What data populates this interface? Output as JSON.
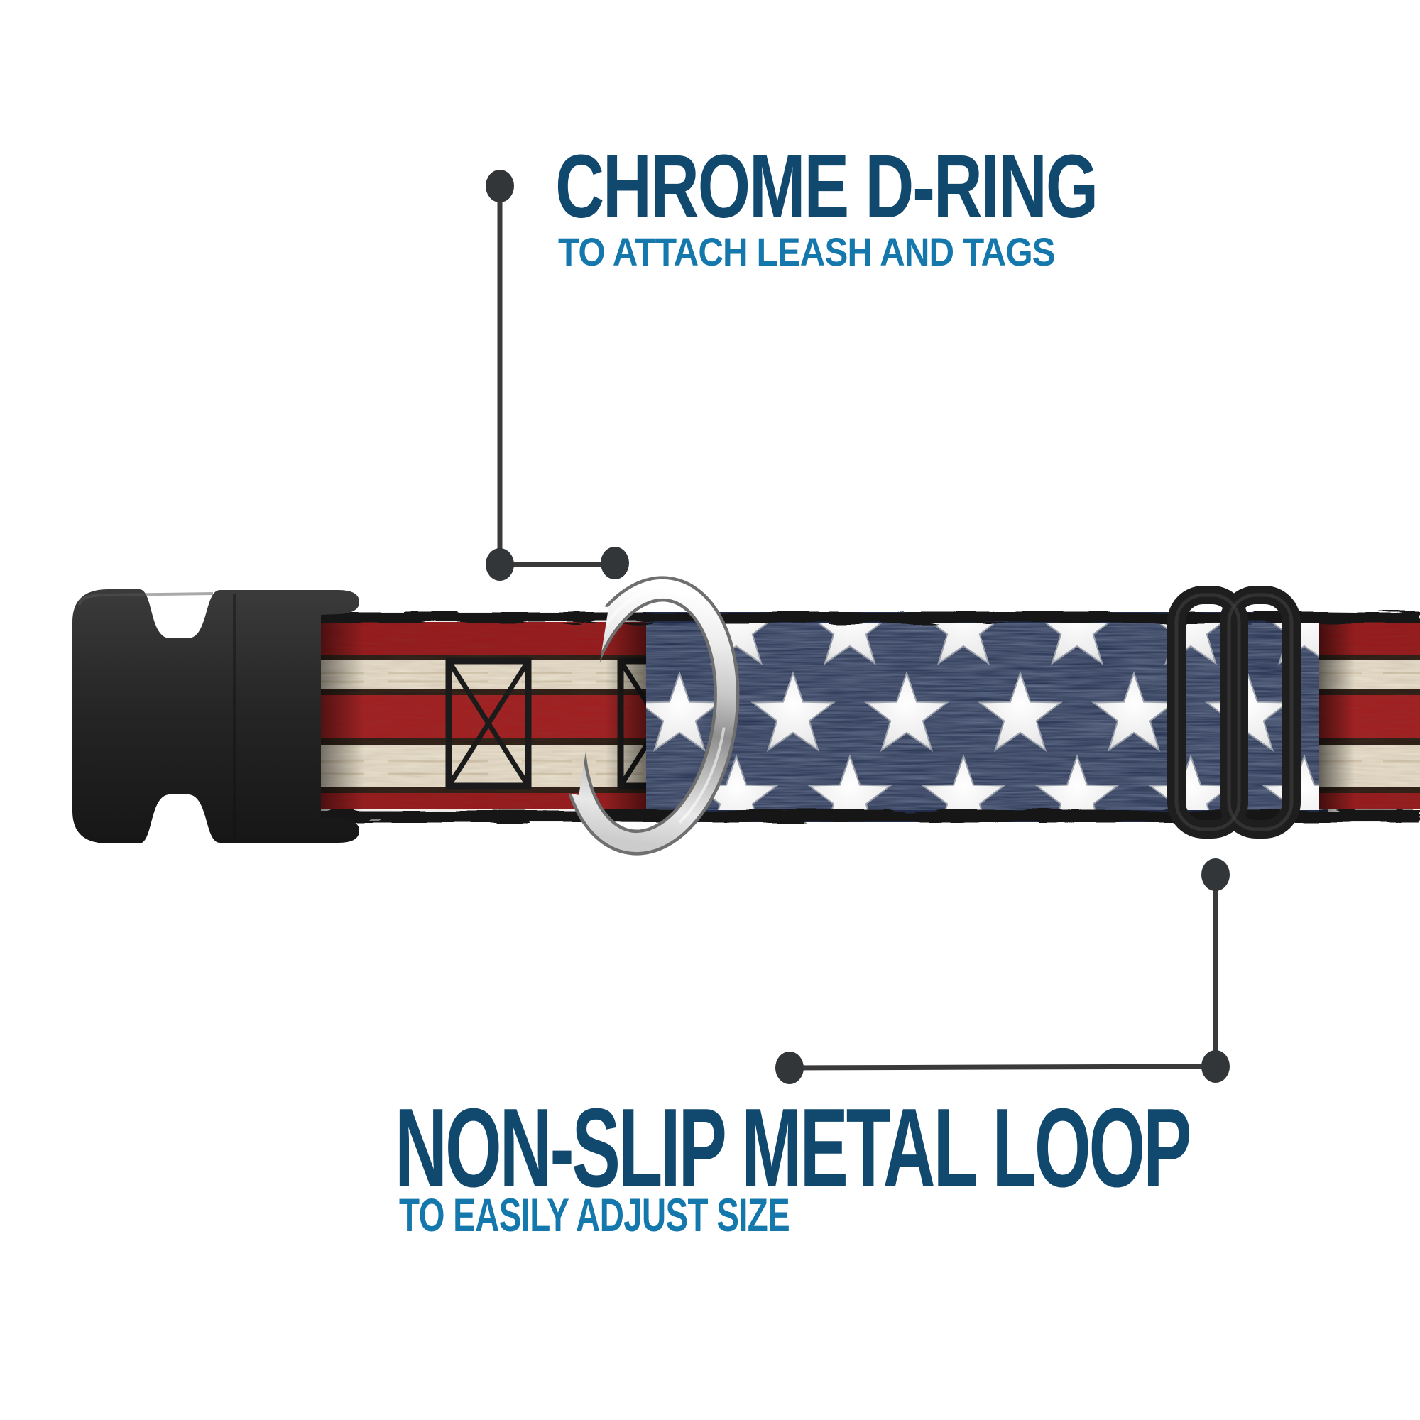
{
  "page": {
    "background": "#ffffff",
    "description": "Annotated product photo of an American flag patterned adjustable dog collar"
  },
  "annotations": {
    "d_ring": {
      "title": "CHROME D-RING",
      "subtitle": "TO ATTACH LEASH AND TAGS"
    },
    "metal_loop": {
      "title": "NON-SLIP METAL LOOP",
      "subtitle": "TO EASILY ADJUST SIZE"
    }
  },
  "colors": {
    "heading_navy": "#11496e",
    "subheading_blue": "#1478ad",
    "callout_gray": "#3a3a3a",
    "stripe_red": "#97181b",
    "stripe_red_center": "#a31d20",
    "stripe_cream": "#eae2cf",
    "star_field_navy": "#202c49",
    "star_white": "#efefef",
    "webbing_edge_black": "#171717",
    "buckle_black": "#262626",
    "chrome_silver": "#d9d9d9",
    "slider_black": "#1e1e1e"
  }
}
